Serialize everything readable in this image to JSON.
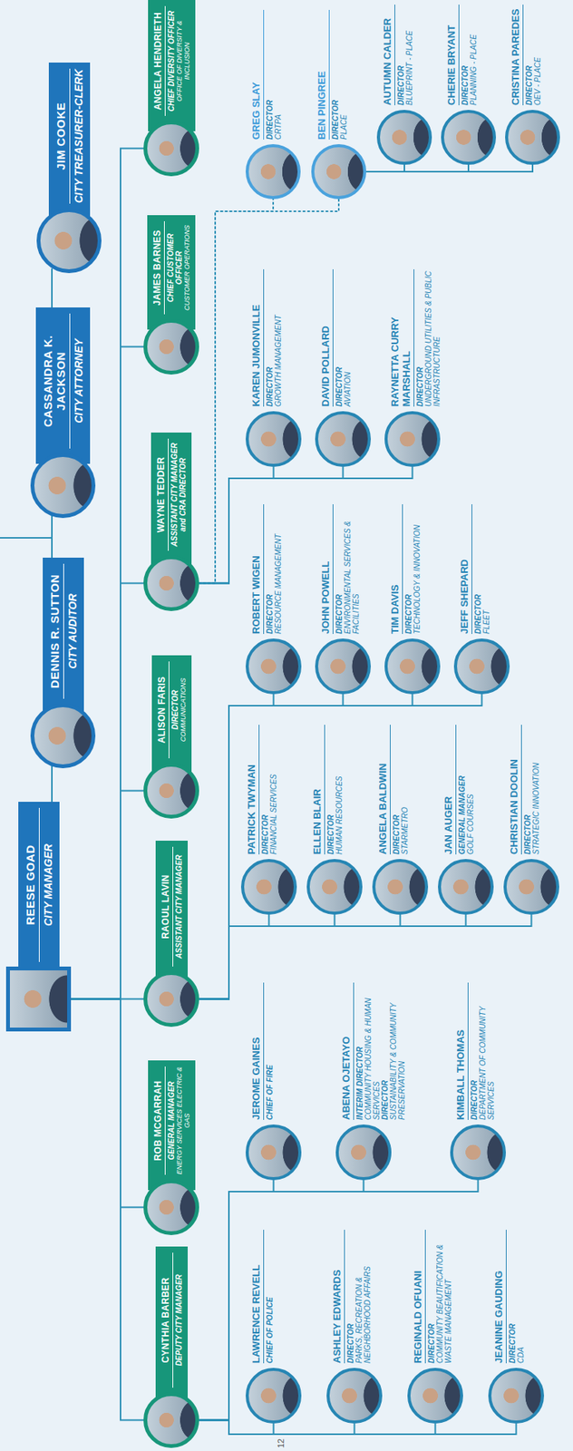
{
  "diagram": {
    "nodes": [
      {
        "text": [
          "REESE GOAD",
          "CITY MANAGER"
        ]
      },
      {
        "text": [
          "DENNIS R. SUTTON",
          "CITY AUDITOR"
        ]
      },
      {
        "text": [
          "CASSANDRA K. JACKSON",
          "CITY ATTORNEY"
        ]
      },
      {
        "text": [
          "JIM COOKE",
          "CITY TREASURER-CLERK"
        ]
      },
      {
        "text": [
          "CYNTHIA BARBER",
          "DEPUTY CITY MANAGER"
        ]
      },
      {
        "text": [
          "ROB MCGARRAH",
          "GENERAL MANAGER",
          "ENERGY SERVICES ELECTRIC & GAS"
        ]
      },
      {
        "text": [
          "RAOUL LAVIN",
          "ASSISTANT CITY MANAGER"
        ]
      },
      {
        "text": [
          "ALISON FARIS",
          "DIRECTOR",
          "COMMUNICATIONS"
        ]
      },
      {
        "text": [
          "WAYNE TEDDER",
          "ASSISTANT CITY MANAGER and CRA DIRECTOR"
        ]
      },
      {
        "text": [
          "JAMES BARNES",
          "CHIEF CUSTOMER OFFICER",
          "CUSTOMER OPERATIONS"
        ]
      },
      {
        "text": [
          "ANGELA HENDRIETH",
          "CHIEF DIVERSITY OFFICER",
          "OFFICE OF DIVERSITY & INCLUSION"
        ]
      },
      {
        "text": [
          "LAWRENCE REVELL",
          "CHIEF OF POLICE"
        ]
      },
      {
        "text": [
          "ASHLEY EDWARDS",
          "DIRECTOR",
          "PARKS, RECREATION & NEIGHBORHOOD AFFAIRS"
        ]
      },
      {
        "text": [
          "REGINALD OFUANI",
          "DIRECTOR",
          "COMMUNITY BEAUTIFICATION & WASTE MANAGEMENT"
        ]
      },
      {
        "text": [
          "JEANINE GAUDING",
          "DIRECTOR",
          "CDA"
        ]
      },
      {
        "text": [
          "JEROME GAINES",
          "CHIEF OF FIRE"
        ]
      },
      {
        "text": [
          "ABENA OJETAYO",
          "INTERIM DIRECTOR",
          "COMMUNITY HOUSING & HUMAN SERVICES",
          "DIRECTOR",
          "SUSTAINABILITY & COMMUNITY PRESERVATION"
        ]
      },
      {
        "text": [
          "KIMBALL THOMAS",
          "DIRECTOR",
          "DEPARTMENT OF COMMUNITY SERVICES"
        ]
      },
      {
        "text": [
          "PATRICK TWYMAN",
          "DIRECTOR",
          "FINANCIAL SERVICES"
        ]
      },
      {
        "text": [
          "ELLEN BLAIR",
          "DIRECTOR",
          "HUMAN RESOURCES"
        ]
      },
      {
        "text": [
          "ANGELA BALDWIN",
          "DIRECTOR",
          "STARMETRO"
        ]
      },
      {
        "text": [
          "JAN AUGER",
          "GENERAL MANAGER",
          "GOLF COURSES"
        ]
      },
      {
        "text": [
          "CHRISTIAN DOOLIN",
          "DIRECTOR",
          "STRATEGIC INNOVATION"
        ]
      },
      {
        "text": [
          "ROBERT WIGEN",
          "DIRECTOR",
          "RESOURCE MANAGEMENT"
        ]
      },
      {
        "text": [
          "JOHN POWELL",
          "DIRECTOR",
          "ENVIRONMENTAL SERVICES & FACILITIES"
        ]
      },
      {
        "text": [
          "TIM DAVIS",
          "DIRECTOR",
          "TECHNOLOGY & INNOVATION"
        ]
      },
      {
        "text": [
          "JEFF SHEPARD",
          "DIRECTOR",
          "FLEET"
        ]
      },
      {
        "text": [
          "KAREN JUMONVILLE",
          "DIRECTOR",
          "GROWTH MANAGEMENT"
        ]
      },
      {
        "text": [
          "DAVID POLLARD",
          "DIRECTOR",
          "AVIATION"
        ]
      },
      {
        "text": [
          "RAYNETTA CURRY MARSHALL",
          "DIRECTOR",
          "UNDERGROUND UTILITIES & PUBLIC INFRASTRUCTURE"
        ]
      },
      {
        "text": [
          "GREG SLAY",
          "DIRECTOR",
          "CRTPA"
        ]
      },
      {
        "text": [
          "BEN PINGREE",
          "DIRECTOR",
          "PLACE"
        ]
      },
      {
        "text": [
          "AUTUMN CALDER",
          "DIRECTOR",
          "BLUEPRINT - PLACE"
        ]
      },
      {
        "text": [
          "CHERIE BRYANT",
          "DIRECTOR",
          "PLANNING - PLACE"
        ]
      },
      {
        "text": [
          "CRISTINA PAREDES",
          "DIRECTOR",
          "OEV - PLACE"
        ]
      }
    ],
    "edges": [
      {
        "from": 0,
        "to": 4,
        "arrow": "none"
      },
      {
        "from": 0,
        "to": 5,
        "arrow": "none"
      },
      {
        "from": 0,
        "to": 6,
        "arrow": "none"
      },
      {
        "from": 0,
        "to": 7,
        "arrow": "none"
      },
      {
        "from": 0,
        "to": 8,
        "arrow": "none"
      },
      {
        "from": 0,
        "to": 9,
        "arrow": "none"
      },
      {
        "from": 0,
        "to": 10,
        "arrow": "none"
      },
      {
        "from": 4,
        "to": 11,
        "arrow": "none"
      },
      {
        "from": 4,
        "to": 12,
        "arrow": "none"
      },
      {
        "from": 4,
        "to": 13,
        "arrow": "none"
      },
      {
        "from": 4,
        "to": 14,
        "arrow": "none"
      },
      {
        "from": 4,
        "to": 15,
        "arrow": "none"
      },
      {
        "from": 4,
        "to": 16,
        "arrow": "none"
      },
      {
        "from": 4,
        "to": 17,
        "arrow": "none"
      },
      {
        "from": 6,
        "to": 18,
        "arrow": "none"
      },
      {
        "from": 6,
        "to": 19,
        "arrow": "none"
      },
      {
        "from": 6,
        "to": 20,
        "arrow": "none"
      },
      {
        "from": 6,
        "to": 21,
        "arrow": "none"
      },
      {
        "from": 6,
        "to": 22,
        "arrow": "none"
      },
      {
        "from": 6,
        "to": 23,
        "arrow": "none"
      },
      {
        "from": 6,
        "to": 24,
        "arrow": "none"
      },
      {
        "from": 6,
        "to": 25,
        "arrow": "none"
      },
      {
        "from": 6,
        "to": 26,
        "arrow": "none"
      },
      {
        "from": 8,
        "to": 27,
        "arrow": "none"
      },
      {
        "from": 8,
        "to": 28,
        "arrow": "none"
      },
      {
        "from": 8,
        "to": 29,
        "arrow": "none"
      },
      {
        "from": 8,
        "to": 30,
        "arrow": "none"
      },
      {
        "from": 8,
        "to": 31,
        "arrow": "none"
      },
      {
        "from": 31,
        "to": 32,
        "arrow": "none"
      },
      {
        "from": 31,
        "to": 33,
        "arrow": "none"
      },
      {
        "from": 31,
        "to": 34,
        "arrow": "none"
      }
    ],
    "labels": [
      "12"
    ]
  }
}
